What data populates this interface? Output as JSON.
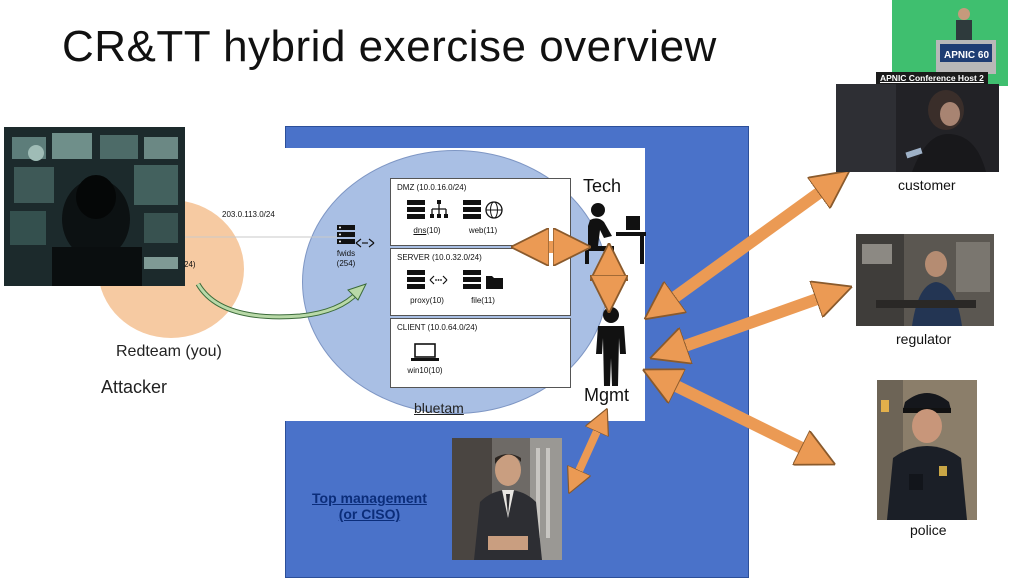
{
  "slide": {
    "title": "CR&TT hybrid exercise overview"
  },
  "redteam": {
    "network": "203.0.113.0/24",
    "host_suffix": "24)",
    "label": "Redteam (you)",
    "role": "Attacker"
  },
  "bluetam": {
    "label": "bluetam",
    "fwids": {
      "name": "fwids",
      "id": "(254)"
    },
    "dmz": {
      "title": "DMZ (10.0.16.0/24)",
      "hosts": [
        {
          "name": "dns",
          "id": "(10)"
        },
        {
          "name": "web",
          "id": "(11)"
        }
      ]
    },
    "server": {
      "title": "SERVER (10.0.32.0/24)",
      "hosts": [
        {
          "name": "proxy",
          "id": "(10)"
        },
        {
          "name": "file",
          "id": "(11)"
        }
      ]
    },
    "client": {
      "title": "CLIENT (10.0.64.0/24)",
      "hosts": [
        {
          "name": "win10",
          "id": "(10)"
        }
      ]
    }
  },
  "roles": {
    "tech": "Tech",
    "mgmt": "Mgmt",
    "top_management_line1": "Top management",
    "top_management_line2": "(or CISO)",
    "customer": "customer",
    "regulator": "regulator",
    "police": "police"
  },
  "speaker_video": {
    "caption": "APNIC Conference Host 2",
    "logo": "APNIC 60"
  },
  "colors": {
    "blue_panel": "#4a72c9",
    "blue_ellipse": "#a9bfe4",
    "salmon": "#f6caa2",
    "orange_arrow": "#eb9a54",
    "green_screen": "#3fbf6f"
  }
}
